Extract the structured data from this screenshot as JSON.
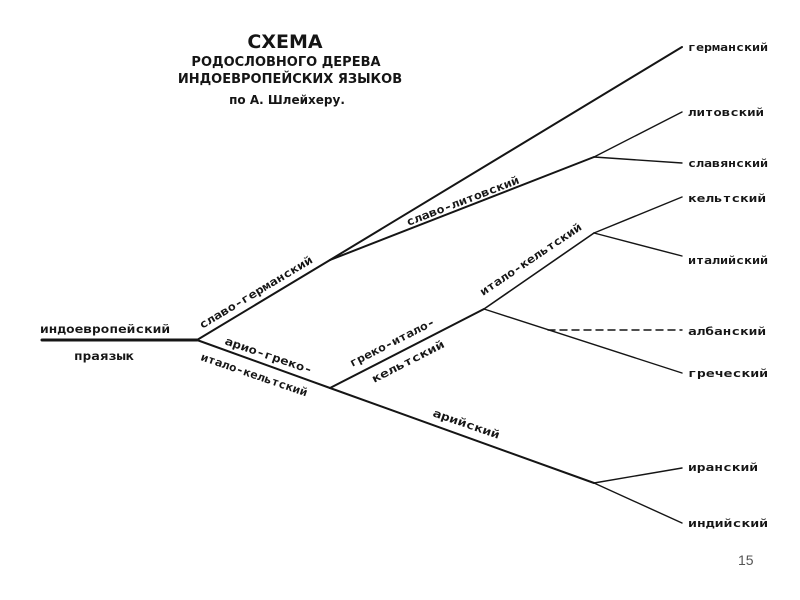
{
  "title": {
    "line1": "СХЕМА",
    "line2": "РОДОСЛОВНОГО ДЕРЕВА",
    "line3": "ИНДОЕВРОПЕЙСКИХ ЯЗЫКОВ",
    "line4": "по А. Шлейхеру."
  },
  "root": {
    "line1": "индоевропейский",
    "line2": "праязык"
  },
  "branches": {
    "slavo_germansky": "славо-германский",
    "slavo_litovsky": "славо-литовский",
    "ario_greko_line1": "арио-греко-",
    "ario_greko_line2": "итало-кельтский",
    "greko_italo_line1": "греко-итало-",
    "greko_italo_line2": "кельтский",
    "italo_keltsky": "итало-кельтский",
    "ariysky": "арийский"
  },
  "leaves": {
    "germansky": "германский",
    "litovsky": "литовский",
    "slavyansky": "славянский",
    "keltsky": "кельтский",
    "italiysky": "италийский",
    "albansky": "албанский",
    "grechesky": "греческий",
    "iransky": "иранский",
    "indiysky": "индийский"
  },
  "page_number": "15",
  "colors": {
    "ink": "#151515",
    "background": "#ffffff",
    "page_number": "#555555"
  }
}
